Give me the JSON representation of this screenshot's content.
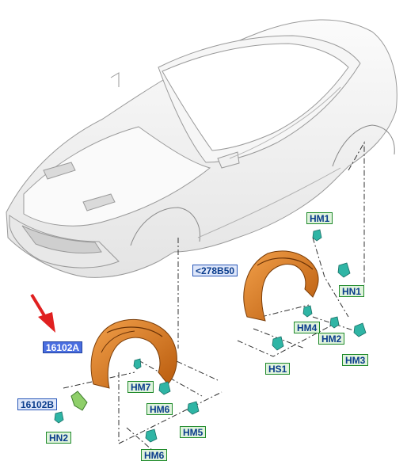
{
  "labels": {
    "hm1": "HM1",
    "l278b50": "<278B50",
    "hn1": "HN1",
    "hm4": "HM4",
    "hm2": "HM2",
    "hs1": "HS1",
    "hm3": "HM3",
    "l16102a": "16102A",
    "hm7": "HM7",
    "hm6a": "HM6",
    "l16102b": "16102B",
    "hm5": "HM5",
    "hn2": "HN2",
    "hm6b": "HM6"
  },
  "colors": {
    "liner": "#e07c1c",
    "bracket": "#8fcf6a",
    "clip": "#2fb5a5",
    "label_green": "#1f8a2a",
    "label_blue": "#2a58b8",
    "arrow": "#e02020"
  }
}
